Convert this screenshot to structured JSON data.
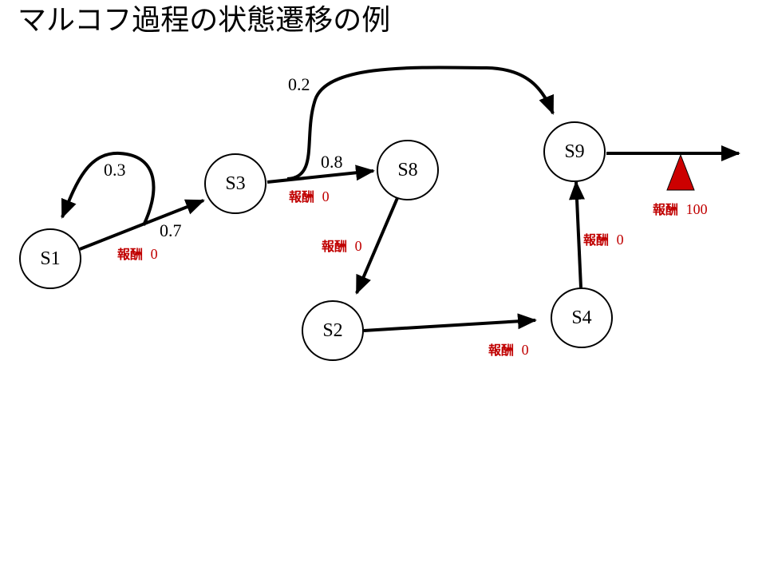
{
  "title": "マルコフ過程の状態遷移の例",
  "colors": {
    "reward": "#c00000",
    "stroke": "#000000",
    "node_fill": "#ffffff",
    "terminal_marker": "#cc0000"
  },
  "nodes": {
    "s1": "S1",
    "s2": "S2",
    "s3": "S3",
    "s4": "S4",
    "s8": "S8",
    "s9": "S9"
  },
  "probabilities": {
    "s1_self": "0.3",
    "s1_to_s3": "0.7",
    "s3_to_s8": "0.8",
    "s3_to_s9": "0.2"
  },
  "rewards": {
    "word": "報酬",
    "s1_to_s3": "0",
    "s3_to_s8": "0",
    "s8_to_s2": "0",
    "s2_to_s4": "0",
    "s4_to_s9": "0",
    "s9_exit": "100"
  }
}
